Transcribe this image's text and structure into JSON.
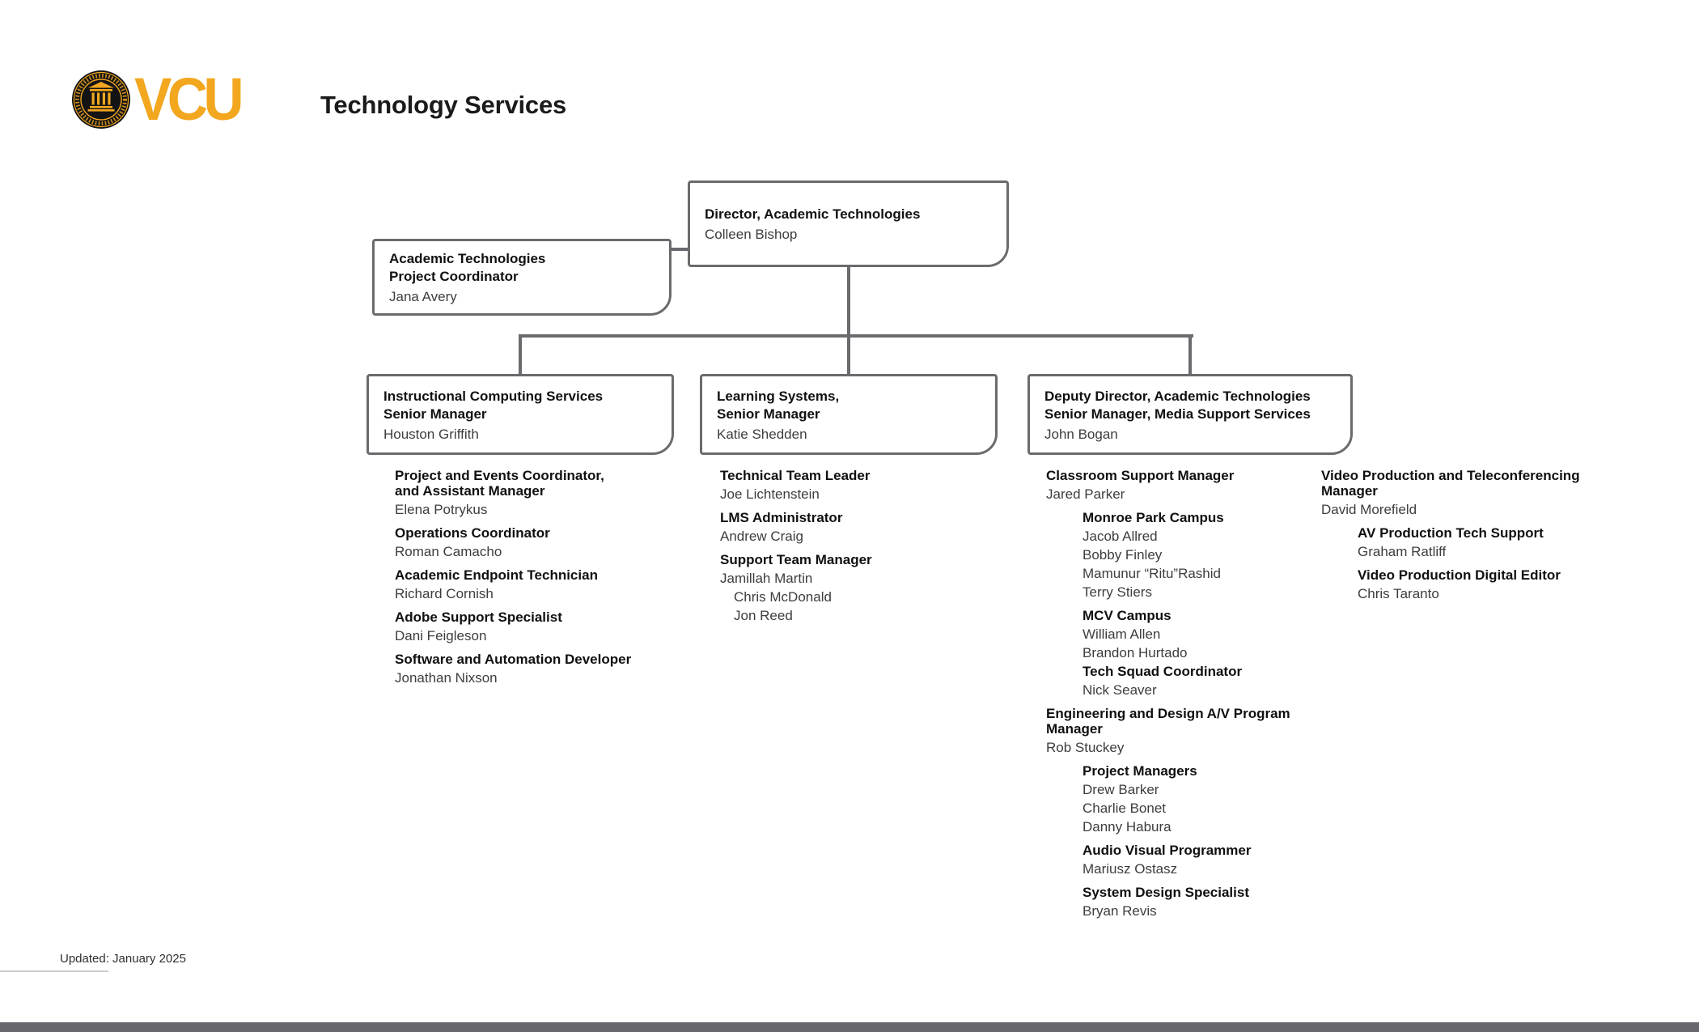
{
  "header": {
    "logo_text": "VCU",
    "title": "Technology Services"
  },
  "colors": {
    "vcu_gold": "#F2A71F",
    "seal_black": "#141414",
    "line_gray": "#6B6A6E",
    "footer_bar_gray": "#68676D"
  },
  "org": {
    "director": {
      "title": "Director, Academic Technologies",
      "name": "Colleen Bishop"
    },
    "coordinator": {
      "title_line1": "Academic Technologies",
      "title_line2": "Project Coordinator",
      "name": "Jana Avery"
    },
    "managers": [
      {
        "title_line1": "Instructional Computing Services",
        "title_line2": "Senior Manager",
        "name": "Houston Griffith"
      },
      {
        "title_line1": "Learning Systems,",
        "title_line2": "Senior Manager",
        "name": "Katie Shedden"
      },
      {
        "title_line1": "Deputy Director, Academic Technologies",
        "title_line2": "Senior Manager, Media Support Services",
        "name": "John Bogan"
      }
    ]
  },
  "columns": [
    {
      "lines": [
        {
          "text": "Project and Events Coordinator,",
          "bold": true,
          "indent": 0
        },
        {
          "text": "and Assistant Manager",
          "bold": true,
          "indent": 0,
          "wrap": true
        },
        {
          "text": "Elena Potrykus",
          "bold": false,
          "indent": 0
        },
        {
          "text": "Operations Coordinator",
          "bold": true,
          "indent": 0,
          "gap": true
        },
        {
          "text": "Roman Camacho",
          "bold": false,
          "indent": 0
        },
        {
          "text": "Academic Endpoint Technician",
          "bold": true,
          "indent": 0,
          "gap": true
        },
        {
          "text": "Richard Cornish",
          "bold": false,
          "indent": 0
        },
        {
          "text": "Adobe Support Specialist",
          "bold": true,
          "indent": 0,
          "gap": true
        },
        {
          "text": "Dani Feigleson",
          "bold": false,
          "indent": 0
        },
        {
          "text": "Software and Automation Developer",
          "bold": true,
          "indent": 0,
          "gap": true
        },
        {
          "text": "Jonathan Nixson",
          "bold": false,
          "indent": 0
        }
      ]
    },
    {
      "lines": [
        {
          "text": "Technical Team Leader",
          "bold": true,
          "indent": 0
        },
        {
          "text": "Joe Lichtenstein",
          "bold": false,
          "indent": 0
        },
        {
          "text": "LMS Administrator",
          "bold": true,
          "indent": 0,
          "gap": true
        },
        {
          "text": "Andrew Craig",
          "bold": false,
          "indent": 0
        },
        {
          "text": "Support Team Manager",
          "bold": true,
          "indent": 0,
          "gap": true
        },
        {
          "text": "Jamillah Martin",
          "bold": false,
          "indent": 0
        },
        {
          "text": "Chris McDonald",
          "bold": false,
          "indent": 2
        },
        {
          "text": "Jon Reed",
          "bold": false,
          "indent": 2
        }
      ]
    },
    {
      "lines": [
        {
          "text": "Classroom Support Manager",
          "bold": true,
          "indent": 0
        },
        {
          "text": "Jared Parker",
          "bold": false,
          "indent": 0
        },
        {
          "text": "Monroe Park Campus",
          "bold": true,
          "indent": 1,
          "gap": true
        },
        {
          "text": "Jacob Allred",
          "bold": false,
          "indent": 1
        },
        {
          "text": "Bobby Finley",
          "bold": false,
          "indent": 1
        },
        {
          "text": "Mamunur “Ritu”Rashid",
          "bold": false,
          "indent": 1
        },
        {
          "text": "Terry Stiers",
          "bold": false,
          "indent": 1
        },
        {
          "text": "MCV Campus",
          "bold": true,
          "indent": 1,
          "gap": true
        },
        {
          "text": "William Allen",
          "bold": false,
          "indent": 1
        },
        {
          "text": "Brandon Hurtado",
          "bold": false,
          "indent": 1
        },
        {
          "text": "Tech Squad Coordinator",
          "bold": true,
          "indent": 1
        },
        {
          "text": "Nick Seaver",
          "bold": false,
          "indent": 1
        },
        {
          "text": "Engineering and Design A/V Program",
          "bold": true,
          "indent": 0,
          "gap": true
        },
        {
          "text": "Manager",
          "bold": true,
          "indent": 0,
          "wrap": true
        },
        {
          "text": "Rob Stuckey",
          "bold": false,
          "indent": 0
        },
        {
          "text": "Project Managers",
          "bold": true,
          "indent": 1,
          "gap": true
        },
        {
          "text": "Drew Barker",
          "bold": false,
          "indent": 1
        },
        {
          "text": "Charlie Bonet",
          "bold": false,
          "indent": 1
        },
        {
          "text": "Danny Habura",
          "bold": false,
          "indent": 1
        },
        {
          "text": "Audio Visual Programmer",
          "bold": true,
          "indent": 1,
          "gap": true
        },
        {
          "text": "Mariusz Ostasz",
          "bold": false,
          "indent": 1
        },
        {
          "text": "System Design Specialist",
          "bold": true,
          "indent": 1,
          "gap": true
        },
        {
          "text": "Bryan Revis",
          "bold": false,
          "indent": 1
        }
      ]
    },
    {
      "lines": [
        {
          "text": "Video Production and Teleconferencing",
          "bold": true,
          "indent": 0
        },
        {
          "text": "Manager",
          "bold": true,
          "indent": 0,
          "wrap": true
        },
        {
          "text": "David Morefield",
          "bold": false,
          "indent": 0
        },
        {
          "text": "AV Production Tech Support",
          "bold": true,
          "indent": 1,
          "gap": true
        },
        {
          "text": "Graham Ratliff",
          "bold": false,
          "indent": 1
        },
        {
          "text": "Video Production Digital Editor",
          "bold": true,
          "indent": 1,
          "gap": true
        },
        {
          "text": "Chris Taranto",
          "bold": false,
          "indent": 1
        }
      ]
    }
  ],
  "footer": {
    "updated": "Updated: January 2025"
  }
}
